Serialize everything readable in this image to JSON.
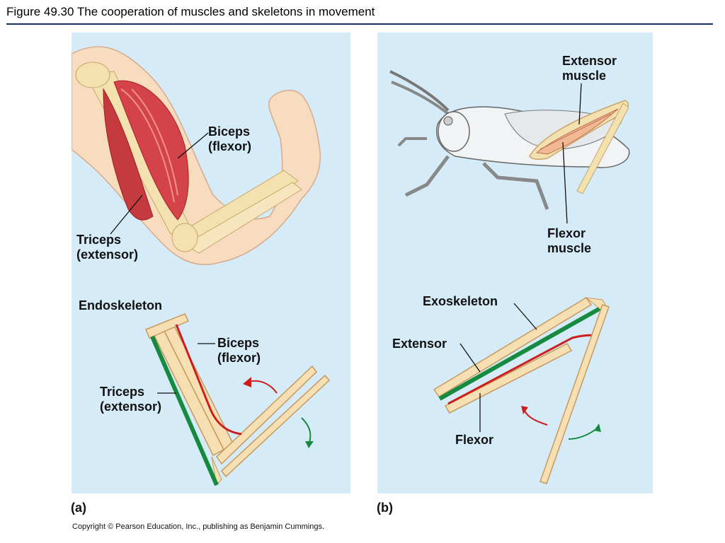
{
  "figure": {
    "title": "Figure 49.30  The cooperation of muscles and skeletons in movement",
    "copyright": "Copyright © Pearson Education, Inc., publishing as Benjamin Cummings."
  },
  "panel_a": {
    "tag": "(a)",
    "top_labels": {
      "biceps": "Biceps\n(flexor)",
      "triceps": "Triceps\n(extensor)"
    },
    "bottom_labels": {
      "endoskeleton": "Endoskeleton",
      "biceps": "Biceps\n(flexor)",
      "triceps": "Triceps\n(extensor)"
    }
  },
  "panel_b": {
    "tag": "(b)",
    "top_labels": {
      "extensor_muscle": "Extensor\nmuscle",
      "flexor_muscle": "Flexor\nmuscle"
    },
    "bottom_labels": {
      "exoskeleton": "Exoskeleton",
      "extensor": "Extensor",
      "flexor": "Flexor"
    }
  },
  "colors": {
    "panel_bg": "#d5ecf8",
    "bone": "#f6dfb3",
    "bone_outline": "#c8995c",
    "flexor_red": "#cc1e1e",
    "extensor_green": "#168a3e",
    "rule": "#1c2f5e"
  }
}
